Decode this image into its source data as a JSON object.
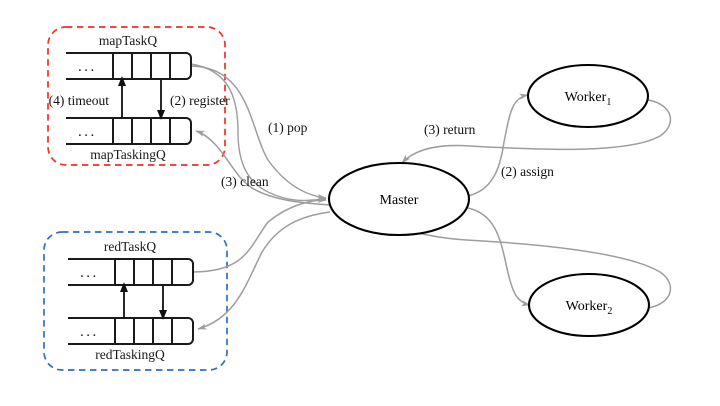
{
  "diagram": {
    "title": "MapReduce Master-Worker task queue scheduling diagram",
    "colors": {
      "group_map_border": "#ee3124",
      "group_red_border": "#2f6fc0",
      "edge": "#9d9d9d",
      "queue_stroke": "#1a1a1a",
      "node_stroke": "#000000",
      "background": "#ffffff"
    },
    "groups": [
      {
        "id": "map-group",
        "name": "map-task-group",
        "border_color": "#ee3124",
        "border_style": "dashed",
        "queues": [
          {
            "id": "mapTaskQ",
            "label": "mapTaskQ",
            "label_position": "above",
            "cells": 4,
            "ellipsis": "..."
          },
          {
            "id": "mapTaskingQ",
            "label": "mapTaskingQ",
            "label_position": "below",
            "cells": 4,
            "ellipsis": "..."
          }
        ],
        "internal_edges": [
          {
            "id": "map-register",
            "label": "(2) register",
            "from": "mapTaskQ",
            "to": "mapTaskingQ",
            "direction": "down"
          },
          {
            "id": "map-timeout",
            "label": "(4) timeout",
            "from": "mapTaskingQ",
            "to": "mapTaskQ",
            "direction": "up"
          }
        ]
      },
      {
        "id": "red-group",
        "name": "reduce-task-group",
        "border_color": "#2f6fc0",
        "border_style": "dashed",
        "queues": [
          {
            "id": "redTaskQ",
            "label": "redTaskQ",
            "label_position": "above",
            "cells": 4,
            "ellipsis": "..."
          },
          {
            "id": "redTaskingQ",
            "label": "redTaskingQ",
            "label_position": "below",
            "cells": 4,
            "ellipsis": "..."
          }
        ],
        "internal_edges": [
          {
            "id": "red-register",
            "label": "",
            "from": "redTaskQ",
            "to": "redTaskingQ",
            "direction": "down"
          },
          {
            "id": "red-timeout",
            "label": "",
            "from": "redTaskingQ",
            "to": "redTaskQ",
            "direction": "up"
          }
        ]
      }
    ],
    "nodes": [
      {
        "id": "master",
        "label": "Master",
        "shape": "ellipse"
      },
      {
        "id": "worker1",
        "label": "Worker",
        "subscript": "1",
        "shape": "ellipse"
      },
      {
        "id": "worker2",
        "label": "Worker",
        "subscript": "2",
        "shape": "ellipse"
      }
    ],
    "edge_labels": [
      {
        "id": "pop",
        "text": "(1) pop"
      },
      {
        "id": "clean",
        "text": "(3) clean"
      },
      {
        "id": "return",
        "text": "(3) return"
      },
      {
        "id": "assign",
        "text": "(2) assign"
      }
    ]
  }
}
